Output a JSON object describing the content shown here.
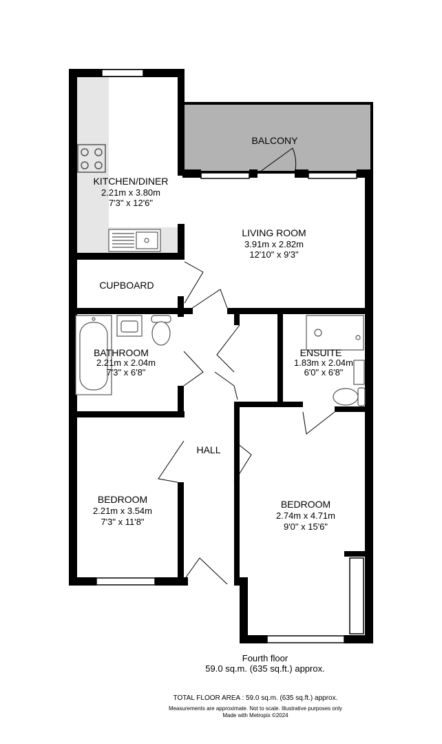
{
  "rooms": {
    "balcony": {
      "name": "BALCONY"
    },
    "kitchen": {
      "name": "KITCHEN/DINER",
      "metric": "2.21m  x 3.80m",
      "imperial": "7'3\"  x 12'6\""
    },
    "living": {
      "name": "LIVING ROOM",
      "metric": "3.91m  x 2.82m",
      "imperial": "12'10\"  x 9'3\""
    },
    "cupboard": {
      "name": "CUPBOARD"
    },
    "bathroom": {
      "name": "BATHROOM",
      "metric": "2.21m  x 2.04m",
      "imperial": "7'3\"  x 6'8\""
    },
    "ensuite": {
      "name": "ENSUITE",
      "metric": "1.83m  x 2.04m",
      "imperial": "6'0\"  x 6'8\""
    },
    "hall": {
      "name": "HALL"
    },
    "bedroom1": {
      "name": "BEDROOM",
      "metric": "2.21m  x 3.54m",
      "imperial": "7'3\"  x 11'8\""
    },
    "bedroom2": {
      "name": "BEDROOM",
      "metric": "2.74m  x 4.71m",
      "imperial": "9'0\"  x 15'6\""
    }
  },
  "floor": {
    "name": "Fourth floor",
    "area": "59.0 sq.m. (635 sq.ft.) approx."
  },
  "footer": {
    "total": "TOTAL FLOOR AREA : 59.0 sq.m. (635 sq.ft.) approx.",
    "disclaimer": "Measurements are approximate.  Not to scale.  Illustrative purposes only",
    "credit": "Made with Metropix ©2024"
  },
  "colors": {
    "wall": "#000000",
    "balcony_fill": "#b3b3b3",
    "counter_fill": "#e6e6e6",
    "fixture_stroke": "#555555"
  }
}
